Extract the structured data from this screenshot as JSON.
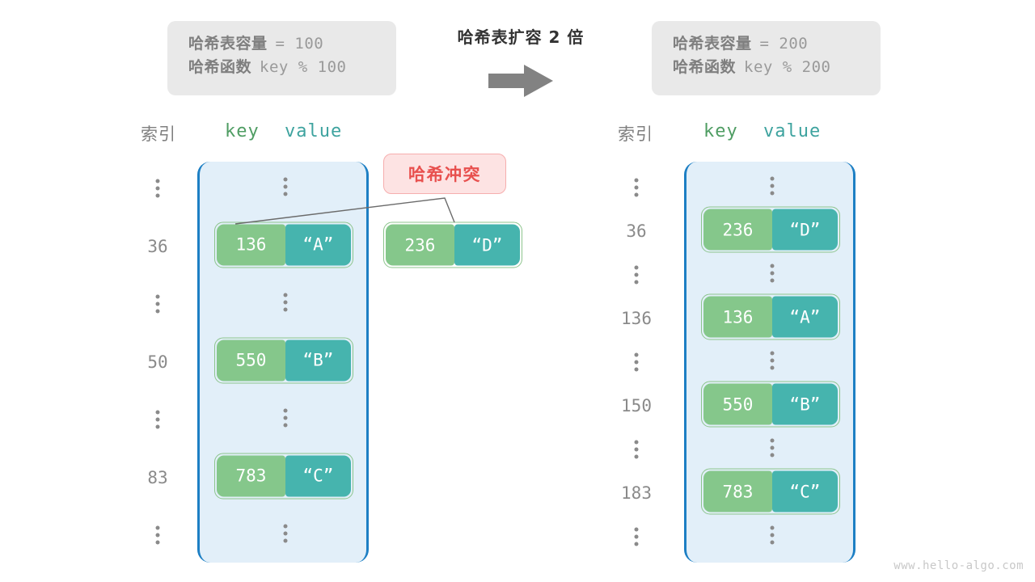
{
  "diagram": {
    "watermark": "www.hello-algo.com",
    "transition": {
      "title": "哈希表扩容 2 倍",
      "arrow_icon": "right-arrow-icon"
    },
    "info_left": {
      "capacity_label": "哈希表容量",
      "capacity_value": "= 100",
      "function_label": "哈希函数",
      "function_value": "key % 100"
    },
    "info_right": {
      "capacity_label": "哈希表容量",
      "capacity_value": "= 200",
      "function_label": "哈希函数",
      "function_value": "key % 200"
    },
    "collision_badge": "哈希冲突",
    "headers": {
      "index": "索引",
      "key": "key",
      "value": "value"
    },
    "left_table": {
      "rows": [
        {
          "index": "",
          "dots": true,
          "key": "",
          "value": ""
        },
        {
          "index": "36",
          "dots": false,
          "key": "136",
          "value": "“A”"
        },
        {
          "index": "",
          "dots": true,
          "key": "",
          "value": ""
        },
        {
          "index": "50",
          "dots": false,
          "key": "550",
          "value": "“B”"
        },
        {
          "index": "",
          "dots": true,
          "key": "",
          "value": ""
        },
        {
          "index": "83",
          "dots": false,
          "key": "783",
          "value": "“C”"
        },
        {
          "index": "",
          "dots": true,
          "key": "",
          "value": ""
        }
      ]
    },
    "floating_entry": {
      "key": "236",
      "value": "“D”"
    },
    "right_table": {
      "rows": [
        {
          "index": "",
          "dots": true,
          "key": "",
          "value": ""
        },
        {
          "index": "36",
          "dots": false,
          "key": "236",
          "value": "“D”"
        },
        {
          "index": "",
          "dots": true,
          "key": "",
          "value": ""
        },
        {
          "index": "136",
          "dots": false,
          "key": "136",
          "value": "“A”"
        },
        {
          "index": "",
          "dots": true,
          "key": "",
          "value": ""
        },
        {
          "index": "150",
          "dots": false,
          "key": "550",
          "value": "“B”"
        },
        {
          "index": "",
          "dots": true,
          "key": "",
          "value": ""
        },
        {
          "index": "183",
          "dots": false,
          "key": "783",
          "value": "“C”"
        },
        {
          "index": "",
          "dots": true,
          "key": "",
          "value": ""
        }
      ]
    },
    "colors": {
      "key_cell": "#85c78b",
      "value_cell": "#46b4ae",
      "container_fill": "#e2eff9",
      "container_bracket": "#1d7fc4",
      "collision": "#e8504e",
      "info_box": "#e9e9e9"
    }
  }
}
